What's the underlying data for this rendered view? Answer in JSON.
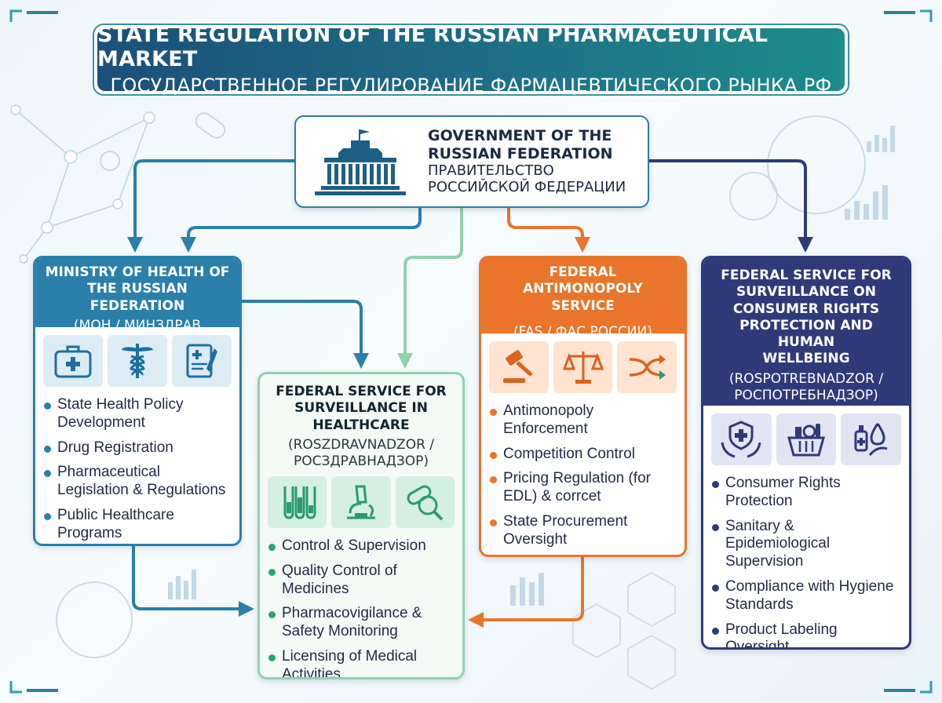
{
  "title": {
    "en": "STATE REGULATION OF THE RUSSIAN PHARMACEUTICAL MARKET",
    "ru": "ГОСУДАРСТВЕННОЕ РЕГУЛИРОВАНИЕ ФАРМАЦЕВТИЧЕСКОГО РЫНКА РФ"
  },
  "government": {
    "en_line1": "GOVERNMENT OF THE",
    "en_line2": "RUSSIAN FEDERATION",
    "ru_line1": "ПРАВИТЕЛЬСТВО",
    "ru_line2": "РОССИЙСКОЙ ФЕДЕРАЦИИ"
  },
  "ministry": {
    "name_line1": "MINISTRY OF HEALTH OF",
    "name_line2": "THE RUSSIAN FEDERATION",
    "abbr": "(МОН / МИНЗДРАВ РОССИИ)",
    "icons": [
      "medical-kit-icon",
      "caduceus-icon",
      "prescription-document-icon"
    ],
    "items": [
      "State Health Policy Development",
      "Drug Registration",
      "Pharmaceutical Legislation & Regulations",
      "Public Healthcare Programs"
    ]
  },
  "roszdravnadzor": {
    "name_line1": "FEDERAL SERVICE FOR",
    "name_line2": "SURVEILLANCE IN HEALTHCARE",
    "abbr_line1": "(ROSZDRAVNADZOR /",
    "abbr_line2": "РОСЗДРАВНАДЗОР)",
    "icons": [
      "test-tubes-icon",
      "microscope-icon",
      "pill-magnifier-icon"
    ],
    "items": [
      "Control & Supervision",
      "Quality Control of Medicines",
      "Pharmacovigilance & Safety Monitoring",
      "Licensing of Medical Activities"
    ]
  },
  "fas": {
    "name_line1": "FEDERAL ANTIMONOPOLY",
    "name_line2": "SERVICE",
    "abbr": "(FAS / ФАС РОССИИ)",
    "icons": [
      "gavel-icon",
      "scales-icon",
      "shuffle-arrows-icon"
    ],
    "items": [
      "Antimonopoly Enforcement",
      "Competition Control",
      "Pricing Regulation (for EDL) & corrcet",
      "State Procurement Oversight"
    ]
  },
  "rospotrebnadzor": {
    "name_line1": "FEDERAL SERVICE FOR",
    "name_line2": "SURVEILLANCE ON",
    "name_line3": "CONSUMER RIGHTS",
    "name_line4": "PROTECTION AND HUMAN",
    "name_line5": "WELLBEING",
    "abbr_line1": "(ROSPOTREBNADZOR /",
    "abbr_line2": "РОСПОТРЕБНАДЗОР)",
    "icons": [
      "shield-hands-icon",
      "grocery-basket-icon",
      "hygiene-icon"
    ],
    "items": [
      "Consumer Rights Protection",
      "Sanitary & Epidemiological Supervision",
      "Compliance with Hygiene Standards",
      "Product Labeling Oversight"
    ]
  },
  "colors": {
    "ministry": "#2a7fab",
    "roszdravnadzor": "#8fd1b1",
    "fas": "#e9742a",
    "rospotrebnadzor": "#2f3a78",
    "title_gradient_start": "#1c4f7a",
    "title_gradient_end": "#1d8c8a"
  }
}
